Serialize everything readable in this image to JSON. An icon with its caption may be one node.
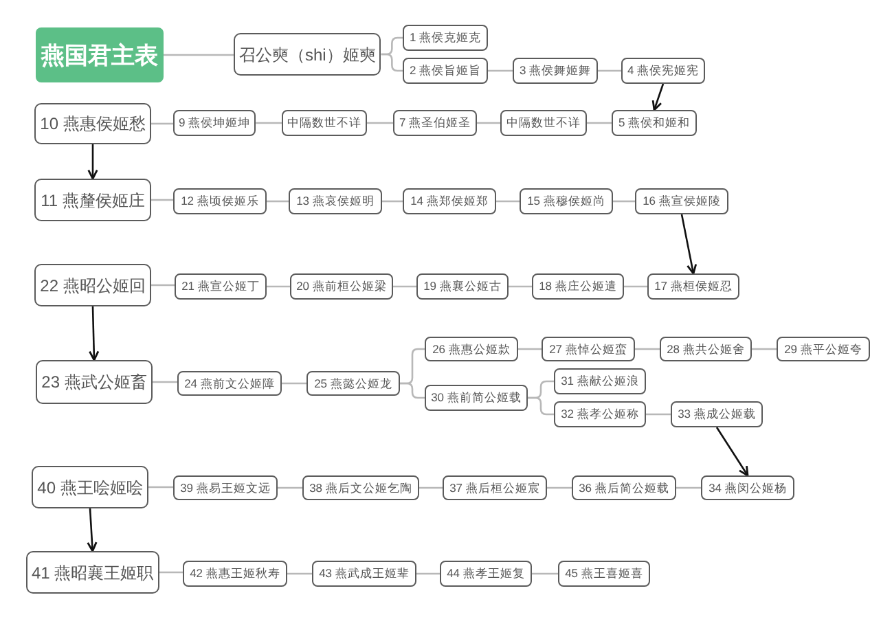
{
  "diagram": {
    "nodes": [
      {
        "text": [
          "燕国君主表"
        ]
      },
      {
        "text": [
          "召公奭（shi）姬奭"
        ]
      },
      {
        "text": [
          "1 燕侯克姬克"
        ]
      },
      {
        "text": [
          "2 燕侯旨姬旨"
        ]
      },
      {
        "text": [
          "3 燕侯舞姬舞"
        ]
      },
      {
        "text": [
          "4 燕侯宪姬宪"
        ]
      },
      {
        "text": [
          "10 燕惠侯姬愁"
        ]
      },
      {
        "text": [
          "9 燕侯坤姬坤"
        ]
      },
      {
        "text": [
          "中隔数世不详"
        ]
      },
      {
        "text": [
          "7 燕圣伯姬圣"
        ]
      },
      {
        "text": [
          "中隔数世不详"
        ]
      },
      {
        "text": [
          "5 燕侯和姬和"
        ]
      },
      {
        "text": [
          "11 燕釐侯姬庄"
        ]
      },
      {
        "text": [
          "12 燕顷侯姬乐"
        ]
      },
      {
        "text": [
          "13 燕哀侯姬明"
        ]
      },
      {
        "text": [
          "14 燕郑侯姬郑"
        ]
      },
      {
        "text": [
          "15 燕穆侯姬尚"
        ]
      },
      {
        "text": [
          "16 燕宣侯姬陵"
        ]
      },
      {
        "text": [
          "22 燕昭公姬回"
        ]
      },
      {
        "text": [
          "21 燕宣公姬丁"
        ]
      },
      {
        "text": [
          "20 燕前桓公姬梁"
        ]
      },
      {
        "text": [
          "19 燕襄公姬古"
        ]
      },
      {
        "text": [
          "18 燕庄公姬遣"
        ]
      },
      {
        "text": [
          "17 燕桓侯姬忍"
        ]
      },
      {
        "text": [
          "23 燕武公姬畜"
        ]
      },
      {
        "text": [
          "24 燕前文公姬障"
        ]
      },
      {
        "text": [
          "25 燕懿公姬龙"
        ]
      },
      {
        "text": [
          "26 燕惠公姬款"
        ]
      },
      {
        "text": [
          "27 燕悼公姬蛮"
        ]
      },
      {
        "text": [
          "28 燕共公姬舍"
        ]
      },
      {
        "text": [
          "29 燕平公姬夸"
        ]
      },
      {
        "text": [
          "30 燕前简公姬载"
        ]
      },
      {
        "text": [
          "31 燕献公姬浪"
        ]
      },
      {
        "text": [
          "32 燕孝公姬称"
        ]
      },
      {
        "text": [
          "33 燕成公姬载"
        ]
      },
      {
        "text": [
          "40 燕王哙姬哙"
        ]
      },
      {
        "text": [
          "39 燕易王姬文远"
        ]
      },
      {
        "text": [
          "38 燕后文公姬乞陶"
        ]
      },
      {
        "text": [
          "37 燕后桓公姬宸"
        ]
      },
      {
        "text": [
          "36 燕后简公姬载"
        ]
      },
      {
        "text": [
          "34 燕闵公姬杨"
        ]
      },
      {
        "text": [
          "41 燕昭襄王姬职"
        ]
      },
      {
        "text": [
          "42 燕惠王姬秋寿"
        ]
      },
      {
        "text": [
          "43 燕武成王姬辈"
        ]
      },
      {
        "text": [
          "44 燕孝王姬复"
        ]
      },
      {
        "text": [
          "45 燕王喜姬喜"
        ]
      }
    ],
    "edges": [
      {
        "from": 0,
        "to": 1,
        "arrow": "none"
      },
      {
        "from": 1,
        "to": 2,
        "arrow": "none"
      },
      {
        "from": 1,
        "to": 3,
        "arrow": "none"
      },
      {
        "from": 3,
        "to": 4,
        "arrow": "none"
      },
      {
        "from": 4,
        "to": 5,
        "arrow": "none"
      },
      {
        "from": 5,
        "to": 11,
        "arrow": "to",
        "color": "#111111"
      },
      {
        "from": 6,
        "to": 7,
        "arrow": "none"
      },
      {
        "from": 7,
        "to": 8,
        "arrow": "none"
      },
      {
        "from": 8,
        "to": 9,
        "arrow": "none"
      },
      {
        "from": 9,
        "to": 10,
        "arrow": "none"
      },
      {
        "from": 10,
        "to": 11,
        "arrow": "none"
      },
      {
        "from": 6,
        "to": 12,
        "arrow": "to",
        "color": "#111111"
      },
      {
        "from": 12,
        "to": 13,
        "arrow": "none"
      },
      {
        "from": 13,
        "to": 14,
        "arrow": "none"
      },
      {
        "from": 14,
        "to": 15,
        "arrow": "none"
      },
      {
        "from": 15,
        "to": 16,
        "arrow": "none"
      },
      {
        "from": 16,
        "to": 17,
        "arrow": "none"
      },
      {
        "from": 17,
        "to": 23,
        "arrow": "to",
        "color": "#111111"
      },
      {
        "from": 18,
        "to": 19,
        "arrow": "none"
      },
      {
        "from": 19,
        "to": 20,
        "arrow": "none"
      },
      {
        "from": 20,
        "to": 21,
        "arrow": "none"
      },
      {
        "from": 21,
        "to": 22,
        "arrow": "none"
      },
      {
        "from": 22,
        "to": 23,
        "arrow": "none"
      },
      {
        "from": 18,
        "to": 24,
        "arrow": "to",
        "color": "#111111"
      },
      {
        "from": 24,
        "to": 25,
        "arrow": "none"
      },
      {
        "from": 25,
        "to": 26,
        "arrow": "none"
      },
      {
        "from": 26,
        "to": 27,
        "arrow": "none"
      },
      {
        "from": 26,
        "to": 31,
        "arrow": "none"
      },
      {
        "from": 27,
        "to": 28,
        "arrow": "none"
      },
      {
        "from": 28,
        "to": 29,
        "arrow": "none"
      },
      {
        "from": 29,
        "to": 30,
        "arrow": "none"
      },
      {
        "from": 31,
        "to": 32,
        "arrow": "none"
      },
      {
        "from": 31,
        "to": 33,
        "arrow": "none"
      },
      {
        "from": 33,
        "to": 34,
        "arrow": "none"
      },
      {
        "from": 34,
        "to": 40,
        "arrow": "to",
        "color": "#111111"
      },
      {
        "from": 35,
        "to": 36,
        "arrow": "none"
      },
      {
        "from": 36,
        "to": 37,
        "arrow": "none"
      },
      {
        "from": 37,
        "to": 38,
        "arrow": "none"
      },
      {
        "from": 38,
        "to": 39,
        "arrow": "none"
      },
      {
        "from": 39,
        "to": 40,
        "arrow": "none"
      },
      {
        "from": 35,
        "to": 41,
        "arrow": "to",
        "color": "#111111"
      },
      {
        "from": 41,
        "to": 42,
        "arrow": "none"
      },
      {
        "from": 42,
        "to": 43,
        "arrow": "none"
      },
      {
        "from": 43,
        "to": 44,
        "arrow": "none"
      },
      {
        "from": 44,
        "to": 45,
        "arrow": "none"
      }
    ]
  }
}
